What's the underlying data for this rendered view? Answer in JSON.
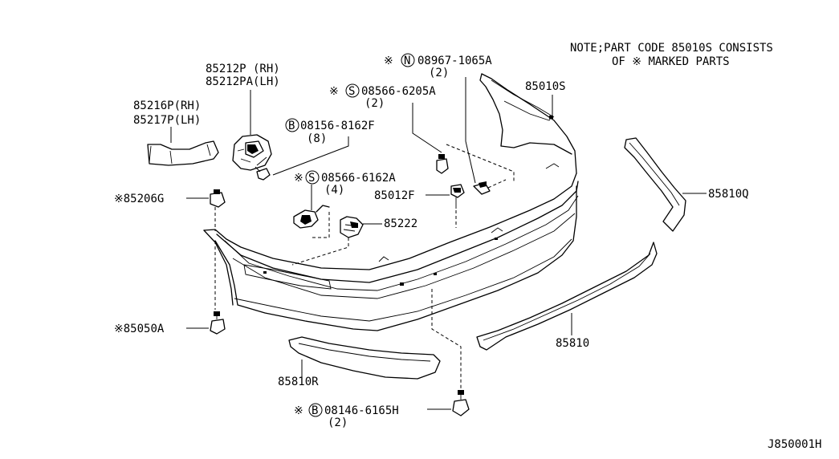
{
  "note": {
    "line1": "NOTE;PART CODE 85010S CONSISTS",
    "line2": "OF ※ MARKED PARTS"
  },
  "diagram_code": "J850001H",
  "labels": {
    "p85212p": "85212P (RH)",
    "p85212pa": "85212PA(LH)",
    "p85216p": "85216P(RH)",
    "p85217p": "85217P(LH)",
    "p85206g": "※85206G",
    "p85050a": "※85050A",
    "p85810r": "85810R",
    "p85810": "85810",
    "p85810q": "85810Q",
    "p85010s": "85010S",
    "p85012f": "85012F",
    "p85222": "85222",
    "b08156_mark": "B",
    "b08156": "08156-8162F",
    "b08156_qty": "(8)",
    "s08566_6162_prefix": "※",
    "s08566_6162_mark": "S",
    "s08566_6162": "08566-6162A",
    "s08566_6162_qty": "(4)",
    "s08566_6205_prefix": "※",
    "s08566_6205_mark": "S",
    "s08566_6205": "08566-6205A",
    "s08566_6205_qty": "(2)",
    "n08967_prefix": "※",
    "n08967_mark": "N",
    "n08967": "08967-1065A",
    "n08967_qty": "(2)",
    "b08146_prefix": "※",
    "b08146_mark": "B",
    "b08146": "08146-6165H",
    "b08146_qty": "(2)"
  }
}
